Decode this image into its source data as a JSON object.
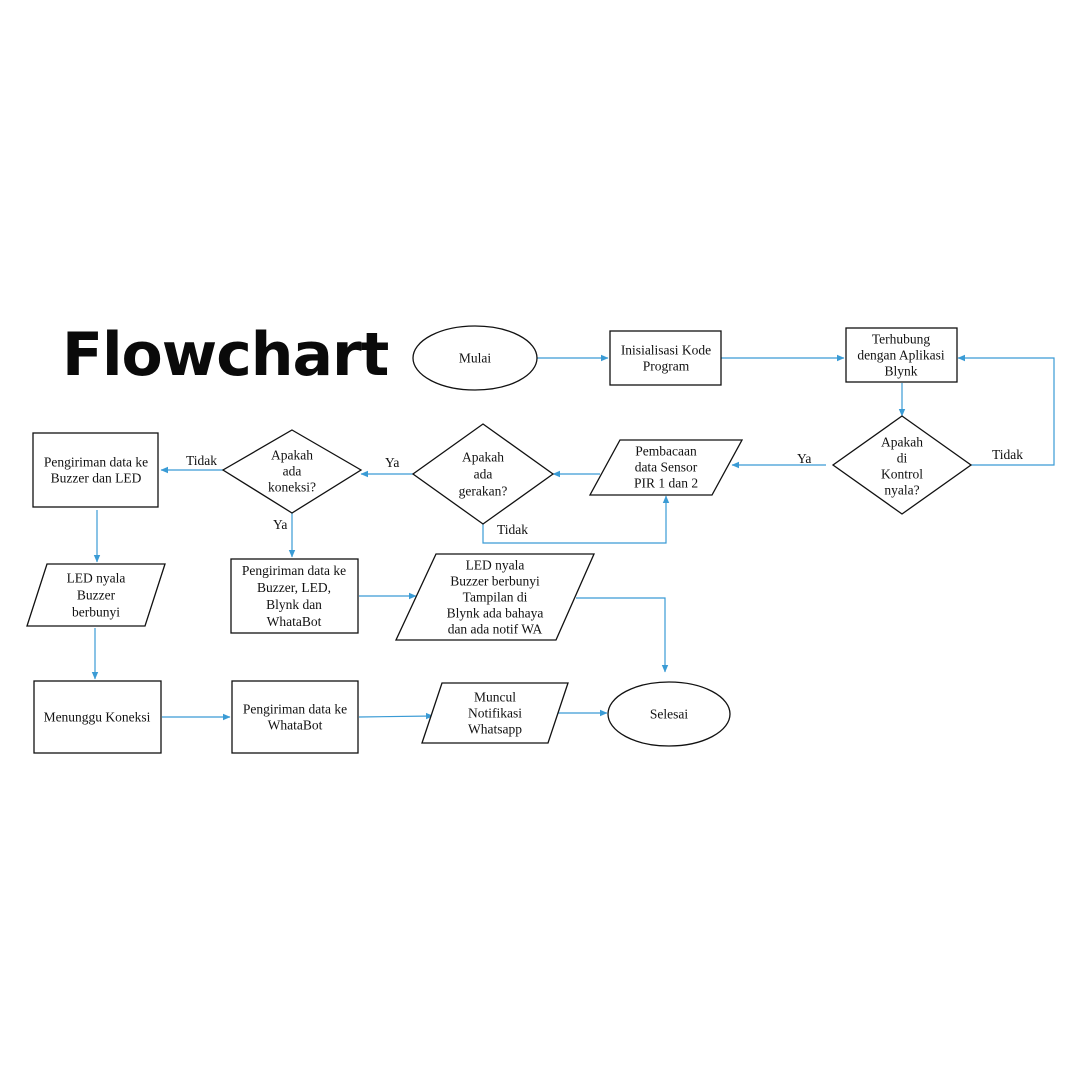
{
  "title": "Flowchart",
  "colors": {
    "node_border": "#111111",
    "arrow": "#3a9bd5",
    "text": "#111111"
  },
  "nodes": {
    "mulai": [
      "Mulai"
    ],
    "inisialisasi": [
      "Inisialisasi  Kode",
      "Program"
    ],
    "terhubung": [
      "Terhubung",
      "dengan Aplikasi",
      "Blynk"
    ],
    "kontrol": [
      "Apakah",
      "di",
      "Kontrol",
      "nyala?"
    ],
    "pembacaan": [
      "Pembacaan",
      "data Sensor",
      "PIR 1 dan 2"
    ],
    "gerakan": [
      "Apakah",
      "ada",
      "gerakan?"
    ],
    "koneksi": [
      "Apakah",
      "ada",
      "koneksi?"
    ],
    "kirim_buzzer_led": [
      "Pengiriman data ke",
      "Buzzer dan LED"
    ],
    "led_buzzer": [
      "LED nyala",
      "Buzzer",
      "berbunyi"
    ],
    "menunggu": [
      "Menunggu Koneksi"
    ],
    "kirim_whatabot": [
      "Pengiriman data ke",
      "WhataBot"
    ],
    "notifikasi": [
      "Muncul",
      "Notifikasi",
      "Whatsapp"
    ],
    "selesai": [
      "Selesai"
    ],
    "kirim_semua": [
      "Pengiriman data ke",
      "Buzzer, LED,",
      "Blynk dan",
      "WhataBot"
    ],
    "hasil_bahaya": [
      "LED nyala",
      "Buzzer berbunyi",
      "Tampilan di",
      "Blynk ada bahaya",
      "dan ada notif WA"
    ]
  },
  "edge_labels": {
    "kontrol_tidak": "Tidak",
    "kontrol_ya": "Ya",
    "gerakan_ya": "Ya",
    "gerakan_tidak": "Tidak",
    "koneksi_tidak": "Tidak",
    "koneksi_ya": "Ya"
  }
}
